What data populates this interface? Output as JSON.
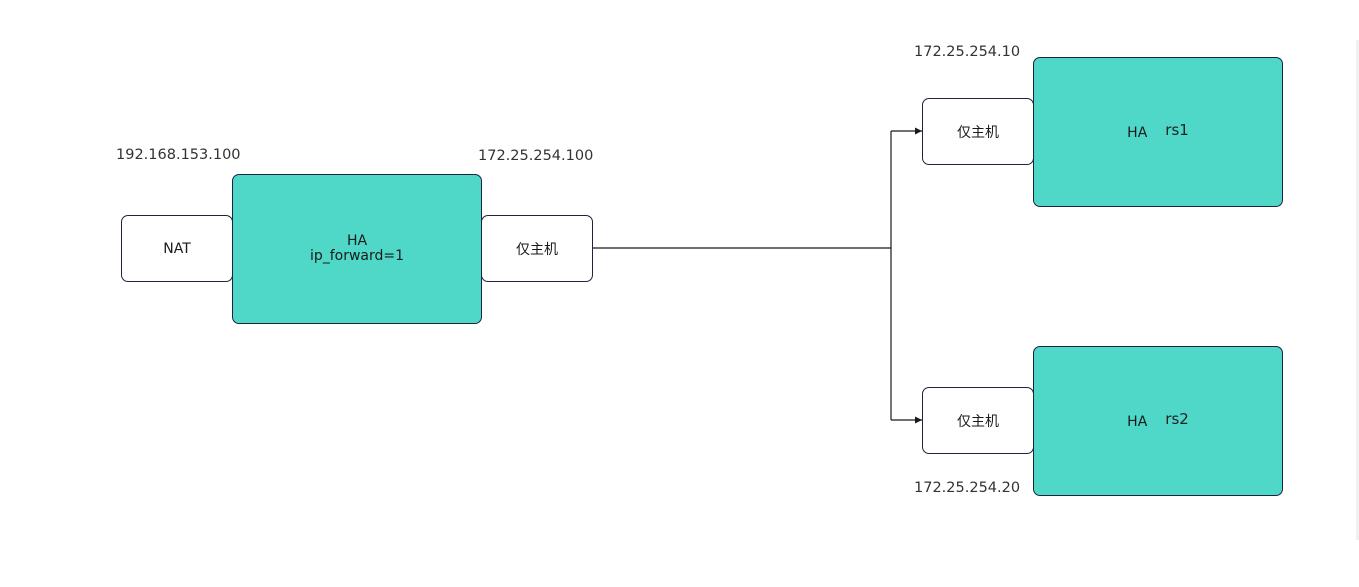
{
  "diagram": {
    "nat_box": {
      "label": "NAT"
    },
    "ha_main": {
      "title": "HA",
      "subtitle": "ip_forward=1"
    },
    "host_only_main": {
      "label": "仅主机"
    },
    "host_only_rs1": {
      "label": "仅主机"
    },
    "host_only_rs2": {
      "label": "仅主机"
    },
    "rs1_box": {
      "ha": "HA",
      "name": "rs1"
    },
    "rs2_box": {
      "ha": "HA",
      "name": "rs2"
    },
    "ips": {
      "nat_ip": "192.168.153.100",
      "main_host_only_ip": "172.25.254.100",
      "rs1_ip": "172.25.254.10",
      "rs2_ip": "172.25.254.20"
    },
    "colors": {
      "node_fill": "#4fd8c8",
      "border": "#1e2440",
      "connector": "#1a1a1a"
    }
  }
}
